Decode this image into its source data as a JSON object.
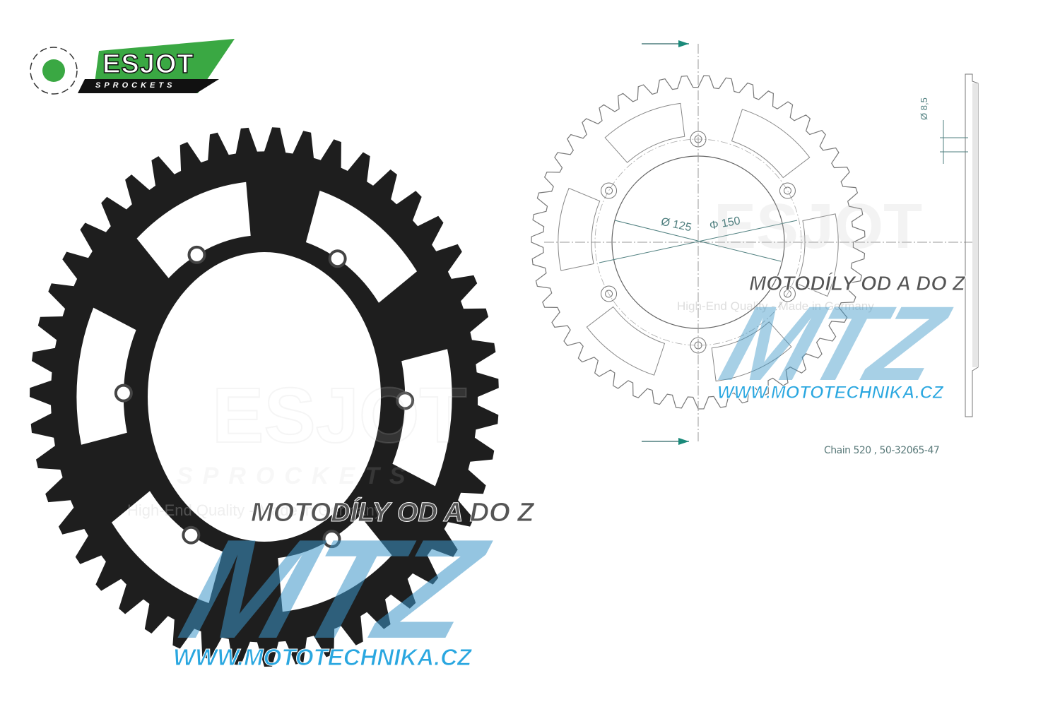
{
  "logo": {
    "brand": "ESJOT",
    "sub": "SPROCKETS",
    "colors": {
      "green": "#3aa843",
      "black": "#111111"
    }
  },
  "watermark": {
    "esjot": "ESJOT",
    "sprockets": "SPROCKETS",
    "tagline": "High-End Quality - Made in Germany"
  },
  "mtz": {
    "slogan": "MOTODÍLY OD A DO Z",
    "logo": "MTZ",
    "url": "WWW.MOTOTECHNIKA.CZ",
    "colors": {
      "blue": "#2aa7e0",
      "dark": "#1d3e5c",
      "grey": "#8a8a8a"
    }
  },
  "drawing": {
    "dim_inner": "Ø 125",
    "dim_bolt": "Φ 150",
    "dim_hole": "Ø 8,5",
    "caption": "Chain 520 , 50-32065-47",
    "line_color": "#4f7f7f"
  }
}
